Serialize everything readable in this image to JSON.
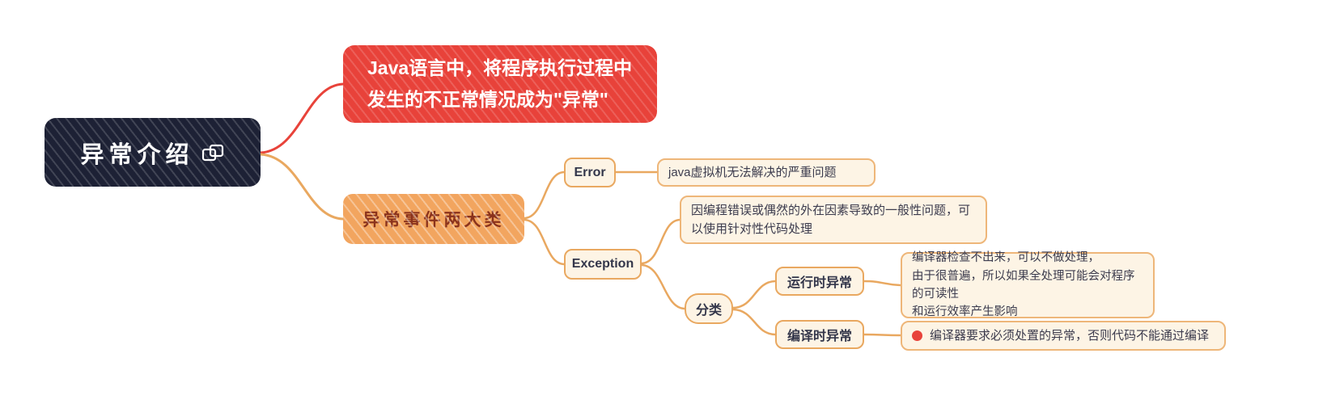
{
  "colors": {
    "root_bg": "#1d2135",
    "accent_red": "#e8423a",
    "accent_orange": "#f2a55f",
    "connector_orange": "#e9a860",
    "node_cream": "#fdf4e5"
  },
  "root": {
    "label": "异常介绍"
  },
  "nodes": {
    "java_def": {
      "line1": "Java语言中，将程序执行过程中",
      "line2": "发生的不正常情况成为\"异常\""
    },
    "two_types": {
      "label": "异常事件两大类"
    },
    "error": {
      "label": "Error"
    },
    "error_desc": {
      "label": "java虚拟机无法解决的严重问题"
    },
    "exception": {
      "label": "Exception"
    },
    "exception_desc": {
      "line1": "因编程错误或偶然的外在因素导致的一般性问题，可",
      "line2": "以使用针对性代码处理"
    },
    "classify": {
      "label": "分类"
    },
    "runtime": {
      "label": "运行时异常"
    },
    "runtime_desc": {
      "line1": "编译器检查不出来，可以不做处理，",
      "line2": "由于很普遍，所以如果全处理可能会对程序的可读性",
      "line3": "和运行效率产生影响"
    },
    "compile": {
      "label": "编译时异常"
    },
    "compile_desc": {
      "label": "编译器要求必须处置的异常，否则代码不能通过编译"
    }
  }
}
